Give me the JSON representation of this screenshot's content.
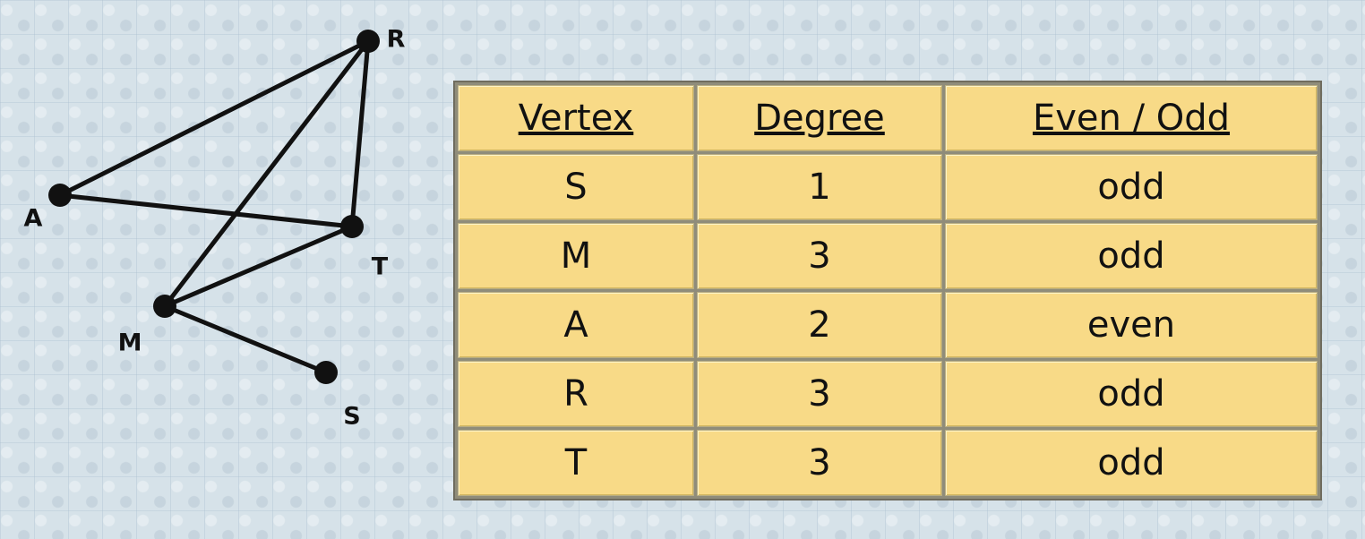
{
  "graph": {
    "vertices": [
      {
        "id": "R",
        "label": "R"
      },
      {
        "id": "A",
        "label": "A"
      },
      {
        "id": "T",
        "label": "T"
      },
      {
        "id": "M",
        "label": "M"
      },
      {
        "id": "S",
        "label": "S"
      }
    ],
    "edges": [
      [
        "A",
        "R"
      ],
      [
        "A",
        "T"
      ],
      [
        "R",
        "T"
      ],
      [
        "R",
        "M"
      ],
      [
        "T",
        "M"
      ],
      [
        "M",
        "S"
      ]
    ]
  },
  "table": {
    "headers": [
      "Vertex",
      "Degree",
      "Even / Odd"
    ],
    "rows": [
      [
        "S",
        "1",
        "odd"
      ],
      [
        "M",
        "3",
        "odd"
      ],
      [
        "A",
        "2",
        "even"
      ],
      [
        "R",
        "3",
        "odd"
      ],
      [
        "T",
        "3",
        "odd"
      ]
    ]
  },
  "colors": {
    "cell_fill": "#f8da87",
    "background": "#d6e2e9",
    "edge": "#111111"
  }
}
